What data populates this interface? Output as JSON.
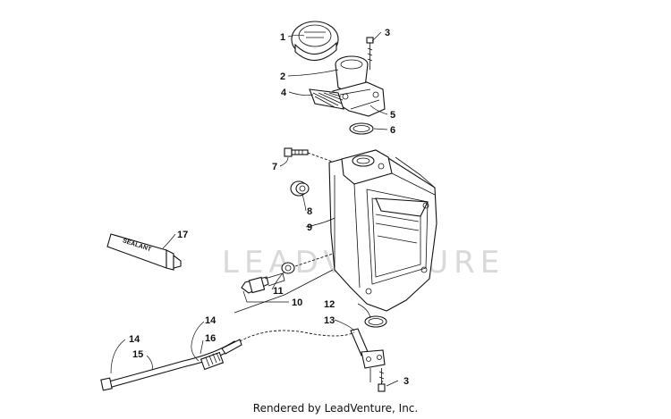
{
  "watermark": {
    "text": "LEADVENTURE"
  },
  "tube_label": "SEALANT",
  "callouts": [
    "1",
    "2",
    "3",
    "4",
    "5",
    "6",
    "7",
    "8",
    "9",
    "10",
    "11",
    "12",
    "13",
    "14",
    "15",
    "16",
    "17"
  ],
  "callout_3_bottom": "3",
  "callout_14_upper": "14",
  "footer": {
    "text": "Rendered by LeadVenture, Inc."
  }
}
